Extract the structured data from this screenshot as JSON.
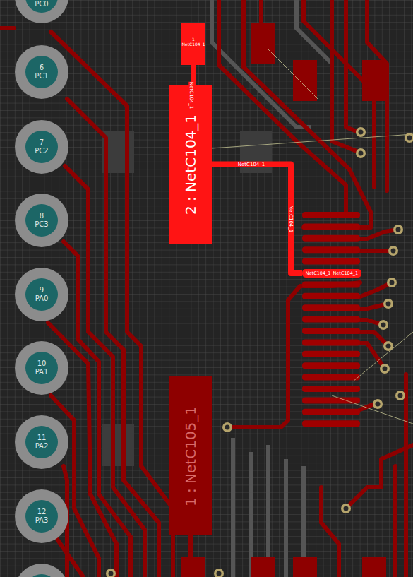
{
  "diagram": {
    "nodes": [
      {
        "text": [
          "PC0"
        ]
      },
      {
        "text": [
          "1",
          "NetC104_1"
        ]
      },
      {
        "text": [
          "6",
          "PC1"
        ]
      },
      {
        "text": [
          "2 : NetC104_1"
        ]
      },
      {
        "text": [
          "7",
          "PC2"
        ]
      },
      {
        "text": [
          "8",
          "PC3"
        ]
      },
      {
        "text": [
          "NetC104_1",
          "NetC104_1"
        ]
      },
      {
        "text": [
          "9",
          "PA0"
        ]
      },
      {
        "text": [
          "10",
          "PA1"
        ]
      },
      {
        "text": [
          "1 : NetC105_1"
        ]
      },
      {
        "text": [
          "11",
          "PA2"
        ]
      },
      {
        "text": [
          "12",
          "PA3"
        ]
      }
    ],
    "edges": [
      {
        "from": 1,
        "to": 3,
        "arrow": "none"
      },
      {
        "from": 3,
        "to": 6,
        "arrow": "none",
        "label": "NetC104_1"
      }
    ],
    "labels": [
      "NetC104_1",
      "NetC104_1"
    ]
  }
}
